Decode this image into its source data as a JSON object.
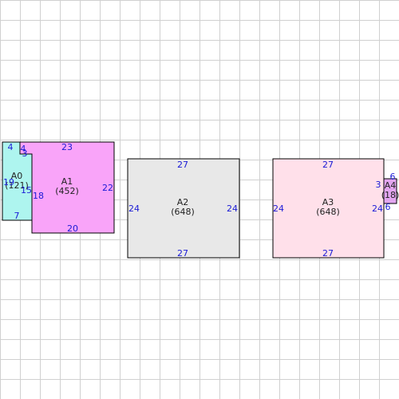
{
  "colors": {
    "grid": "#d0d0d0",
    "outline": "#000000",
    "dimension_text": "#1a1ad6",
    "label_text": "#222222",
    "A0": "#aef5ef",
    "A1": "#f9a4f9",
    "A2": "#e8e8e8",
    "A3": "#ffe0ea",
    "A4": "#e3a6f0"
  },
  "shapes": [
    {
      "id": "A0",
      "name": "A0",
      "area": "(121)",
      "dims": [
        "4",
        "3",
        "19",
        "15",
        "7"
      ]
    },
    {
      "id": "A1",
      "name": "A1",
      "area": "(452)",
      "dims": [
        "4",
        "23",
        "22",
        "20",
        "18"
      ]
    },
    {
      "id": "A2",
      "name": "A2",
      "area": "(648)",
      "dims": [
        "27",
        "24",
        "24",
        "27"
      ]
    },
    {
      "id": "A3",
      "name": "A3",
      "area": "(648)",
      "dims": [
        "27",
        "24",
        "24",
        "27"
      ]
    },
    {
      "id": "A4",
      "name": "A4",
      "area": "(18)",
      "dims": [
        "6",
        "3",
        "6"
      ]
    }
  ]
}
